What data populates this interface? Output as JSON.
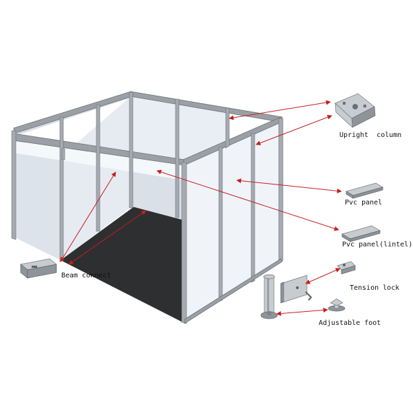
{
  "labels": {
    "upright_column": "Upright  column",
    "pvc_panel": "Pvc panel",
    "pvc_panel_lintel": "Pvc panel(lintel)",
    "beam_connect": "Beam connect",
    "tension_lock": "Tension lock",
    "adjustable_foot": "Adjustable foot"
  },
  "colors": {
    "arrow": "#c81e1e",
    "frame": "#9aa0a6",
    "panel_left": "#dfe6ee",
    "panel_back": "#e8edf3",
    "panel_right": "#f1f5fa",
    "floor": "#2e2f31",
    "lintel": "#f5f8fb"
  }
}
